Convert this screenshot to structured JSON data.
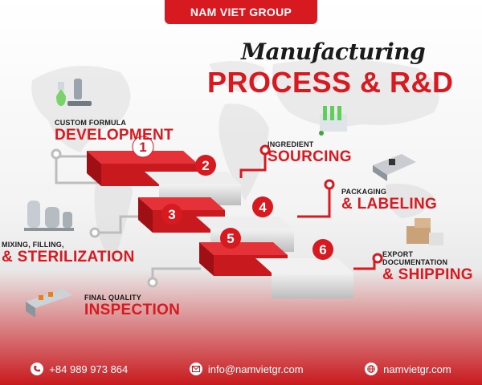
{
  "brand": "NAM VIET GROUP",
  "title_script": "Manufacturing",
  "title_main": "PROCESS & R&D",
  "steps": [
    {
      "number": "1",
      "small": "CUSTOM FORMULA",
      "big": "DEVELOPMENT"
    },
    {
      "number": "2",
      "small": "INGREDIENT",
      "big": "SOURCING"
    },
    {
      "number": "3",
      "small": "MIXING, FILLING,",
      "big": "& STERILIZATION"
    },
    {
      "number": "4",
      "small": "PACKAGING",
      "big": "& LABELING"
    },
    {
      "number": "5",
      "small": "FINAL QUALITY",
      "big": "INSPECTION"
    },
    {
      "number": "6",
      "small_line1": "EXPORT",
      "small_line2": "DOCUMENTATION",
      "big": "& SHIPPING"
    }
  ],
  "contact": {
    "phone": "+84 989 973 864",
    "email": "info@namvietgr.com",
    "website": "namvietgr.com"
  },
  "colors": {
    "red": "#d71920",
    "dark": "#1b1b1b",
    "grey": "#d9d9d9"
  }
}
